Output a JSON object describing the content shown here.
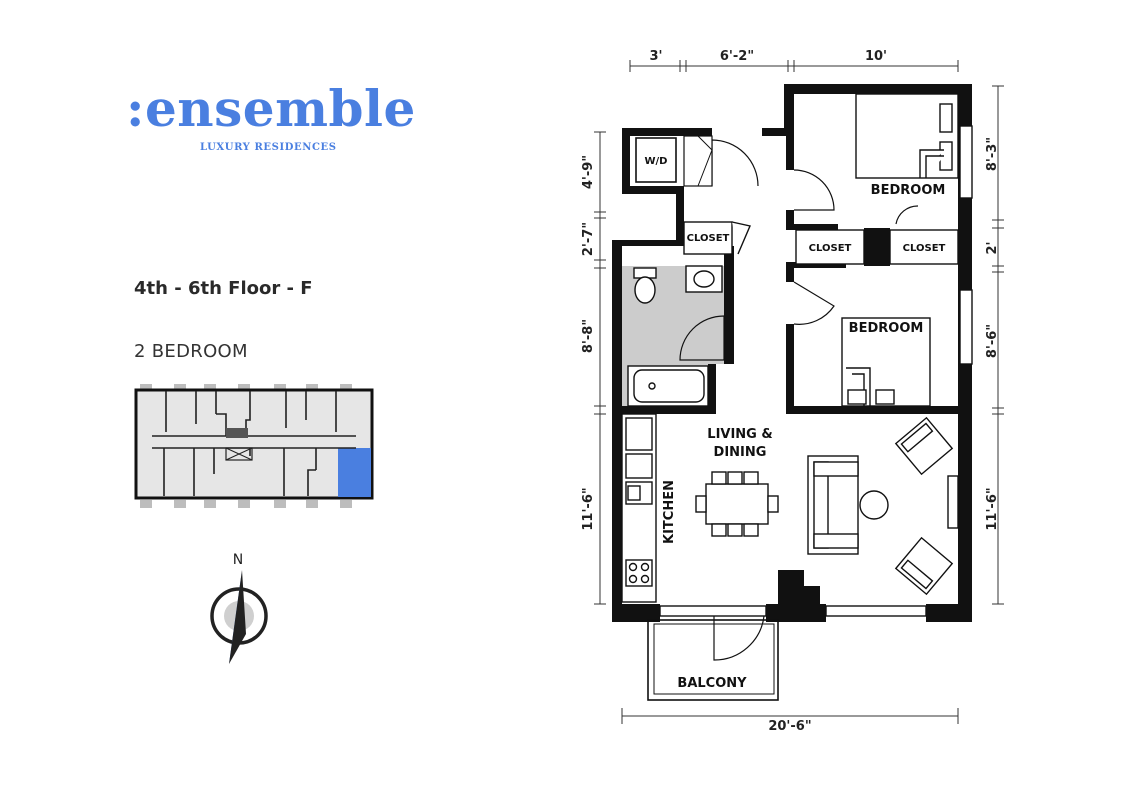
{
  "brand": {
    "name": ":ensemble",
    "tagline": "LUXURY RESIDENCES",
    "color": "#4a7fe0"
  },
  "unit": {
    "floor": "4th - 6th Floor - F",
    "type": "2 BEDROOM"
  },
  "compass": {
    "north": "N"
  },
  "rooms": {
    "wd": "W/D",
    "closet_hall": "CLOSET",
    "closet_bed1": "CLOSET",
    "closet_bed2": "CLOSET",
    "bedroom1": "BEDROOM",
    "bedroom2": "BEDROOM",
    "living_1": "LIVING &",
    "living_2": "DINING",
    "kitchen": "KITCHEN",
    "balcony": "BALCONY"
  },
  "dimensions": {
    "top": [
      "3'",
      "6'-2\"",
      "10'"
    ],
    "left": [
      "4'-9\"",
      "2'-7\"",
      "8'-8\"",
      "11'-6\""
    ],
    "right": [
      "8'-3\"",
      "2'",
      "8'-6\"",
      "11'-6\""
    ],
    "bottom": "20'-6\""
  },
  "colors": {
    "wall": "#111111",
    "bath": "#cccccc",
    "highlight": "#4a7fe0",
    "keyplan_fill": "#e6e6e6"
  }
}
